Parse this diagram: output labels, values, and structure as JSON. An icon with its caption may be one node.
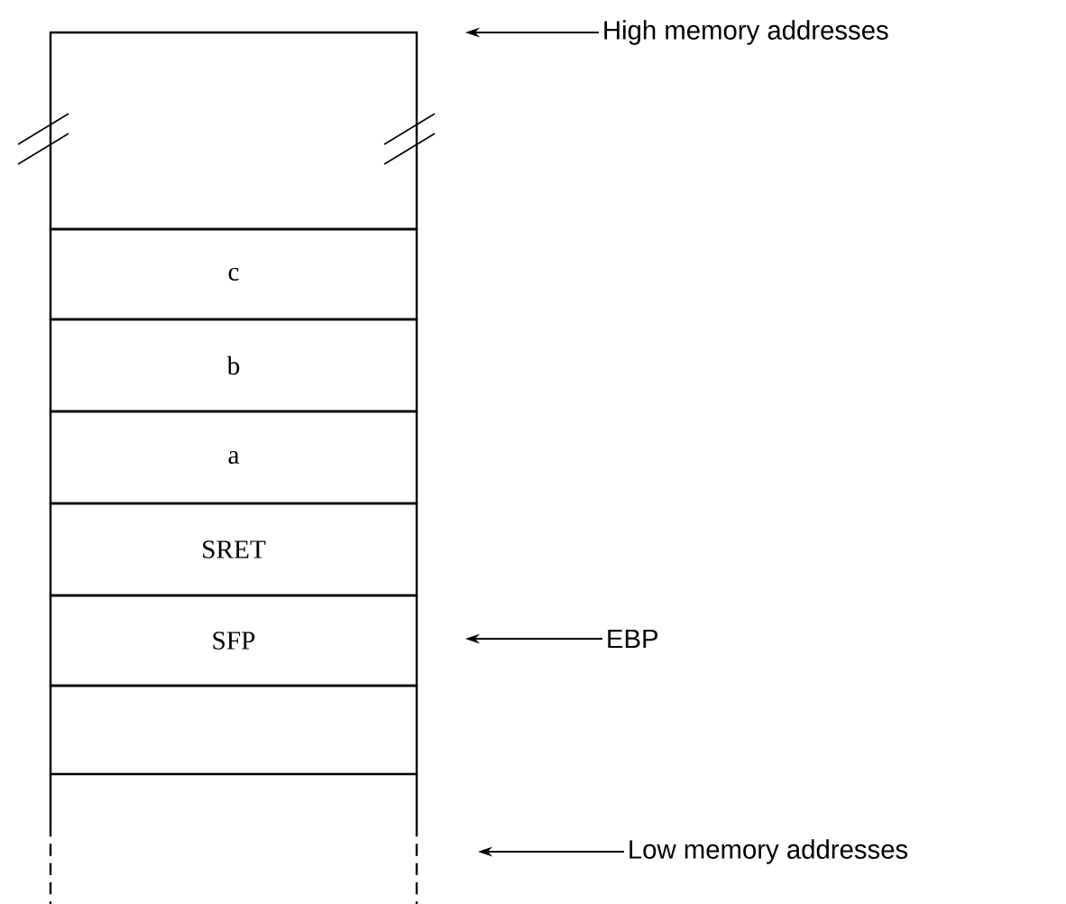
{
  "diagram": {
    "nodes": [
      {
        "text": [],
        "shape": "box"
      },
      {
        "text": [
          "c"
        ]
      },
      {
        "text": [
          "b"
        ]
      },
      {
        "text": [
          "a"
        ]
      },
      {
        "text": [
          "SRET"
        ]
      },
      {
        "text": [
          "SFP"
        ]
      },
      {
        "text": [],
        "shape": "box"
      },
      {
        "text": [],
        "shape": "box"
      },
      {
        "text": [
          "High memory addresses"
        ]
      },
      {
        "text": [
          "EBP"
        ]
      },
      {
        "text": [
          "Low memory addresses"
        ]
      }
    ],
    "edges": [
      {
        "from": 8,
        "to": null,
        "arrow": "to"
      },
      {
        "from": 9,
        "to": null,
        "arrow": "to"
      },
      {
        "from": 10,
        "to": null,
        "arrow": "to"
      }
    ]
  }
}
